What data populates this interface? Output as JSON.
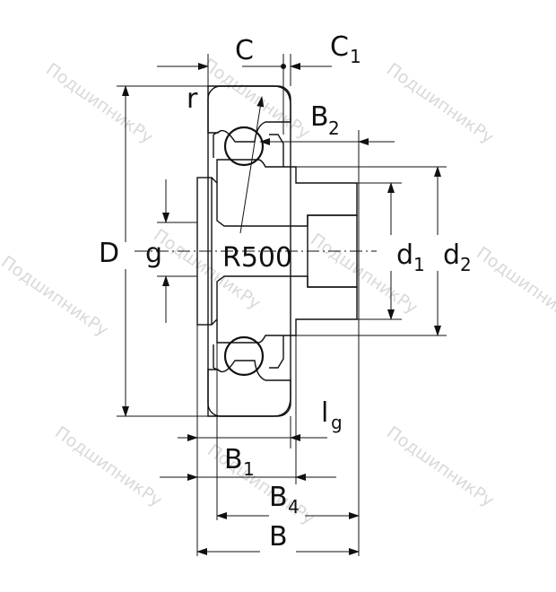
{
  "watermark": "ПодшипникРу",
  "labels": {
    "C": "C",
    "C1": "C",
    "C1_sub": "1",
    "r": "r",
    "B2": "B",
    "B2_sub": "2",
    "D": "D",
    "g": "g",
    "R500": "R500",
    "d1": "d",
    "d1_sub": "1",
    "d2": "d",
    "d2_sub": "2",
    "lg": "l",
    "lg_sub": "g",
    "B1": "B",
    "B1_sub": "1",
    "B4": "B",
    "B4_sub": "4",
    "B": "B"
  },
  "colors": {
    "line": "#111111",
    "hatch": "#333333",
    "watermark": "#d9d9d9"
  }
}
